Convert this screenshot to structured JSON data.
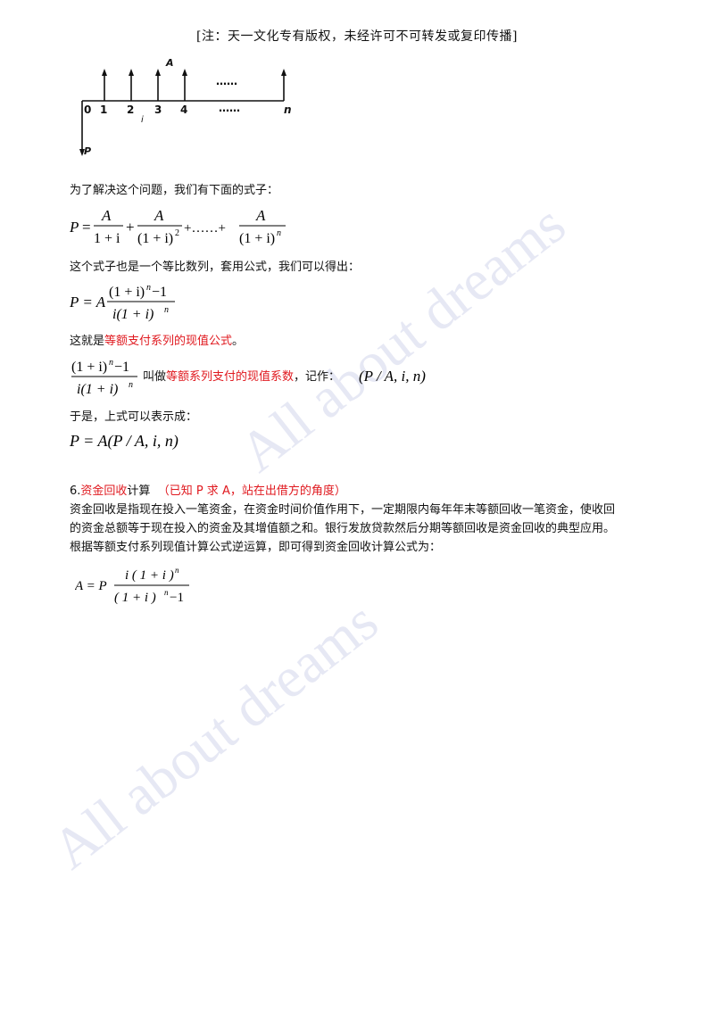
{
  "header": "[注：天一文化专有版权，未经许可不可转发或复印传播]",
  "watermark": "All about dreams",
  "diagram": {
    "ticks": [
      "0",
      "1",
      "2",
      "3",
      "4",
      "……",
      "n"
    ],
    "top_dots": "……",
    "annuity_label": "A",
    "present_label": "P",
    "rate_label": "i"
  },
  "texts": {
    "intro": "为了解决这个问题，我们有下面的式子：",
    "geo": "这个式子也是一个等比数列，套用公式，我们可以得出：",
    "pv_prefix": "这就是",
    "pv_red": "等额支付系列的现值公式",
    "pv_suffix": "。",
    "coef_prefix": "叫做",
    "coef_red": "等额系列支付的现值系数",
    "coef_suffix": "，记作：",
    "thus": "于是，上式可以表示成：",
    "sec_num": "6.",
    "sec_red": "资金回收",
    "sec_title": "计算",
    "sec_cond": "（已知 P 求 A，站在出借方的角度）",
    "body1": "资金回收是指现在投入一笔资金，在资金时间价值作用下，一定期限内每年年末等额回收一笔资金，使收回",
    "body2": "的资金总额等于现在投入的资金及其增值额之和。银行发放贷款然后分期等额回收是资金回收的典型应用。",
    "body3": "根据等额支付系列现值计算公式逆运算，即可得到资金回收计算公式为："
  },
  "formulas": {
    "f1_lhs": "P",
    "f1_num": "A",
    "f1_den1": "1 + i",
    "f1_den2": "(1 + i)",
    "f1_den3": "(1 + i)",
    "f1_exp2": "2",
    "f1_expn": "n",
    "f1_dots": "+……+",
    "f2_lhs": "P = A",
    "f2_num": "(1 + i)",
    "f2_num_tail": " −1",
    "f2_den": "i(1 + i)",
    "notation": "(P / A, i, n)",
    "f4": "P = A(P / A, i, n)",
    "f5_lhs": "A = P",
    "f5_num": "i ( 1 + i )",
    "f5_den": "( 1 + i )",
    "f5_den_tail": "−1",
    "f5_exp": "n"
  },
  "colors": {
    "accent_red": "#e0191f",
    "watermark": "#c8cce6"
  }
}
